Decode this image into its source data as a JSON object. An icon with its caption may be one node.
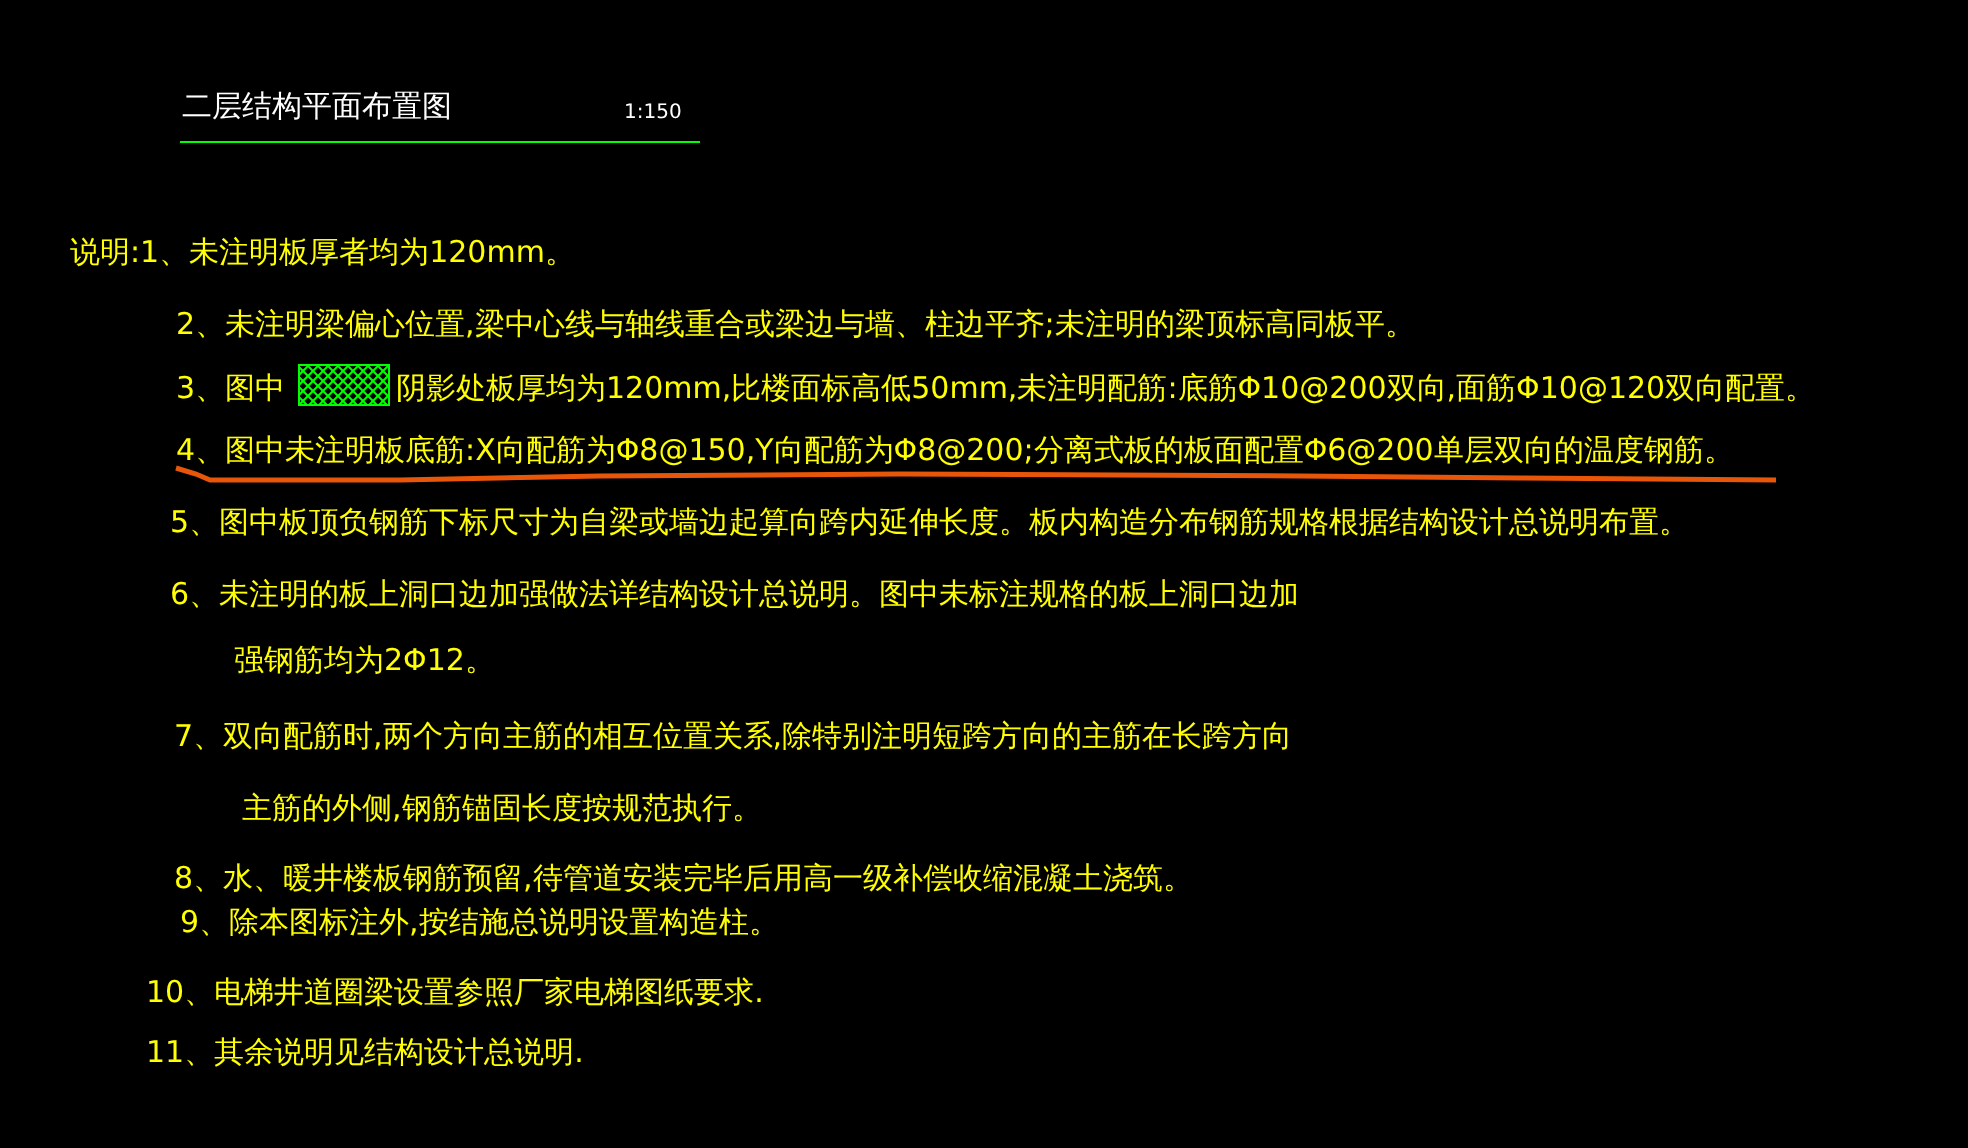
{
  "diagram": {
    "title": "二层结构平面布置图",
    "labels": [
      "1:150",
      "说明:1、未注明板厚者均为120mm。",
      "2、未注明梁偏心位置,梁中心线与轴线重合或梁边与墙、柱边平齐;未注明的梁顶标高同板平。",
      "3、图中",
      "阴影处板厚均为120mm,比楼面标高低50mm,未注明配筋:底筋Φ10@200双向,面筋Φ10@120双向配置。",
      "4、图中未注明板底筋:X向配筋为Φ8@150,Y向配筋为Φ8@200;分离式板的板面配置Φ6@200单层双向的温度钢筋。",
      "5、图中板顶负钢筋下标尺寸为自梁或墙边起算向跨内延伸长度。板内构造分布钢筋规格根据结构设计总说明布置。",
      "6、未注明的板上洞口边加强做法详结构设计总说明。图中未标注规格的板上洞口边加",
      "强钢筋均为2Φ12。",
      "7、双向配筋时,两个方向主筋的相互位置关系,除特别注明短跨方向的主筋在长跨方向",
      "主筋的外侧,钢筋锚固长度按规范执行。",
      "8、水、暖井楼板钢筋预留,待管道安装完毕后用高一级补偿收缩混凝土浇筑。",
      "9、除本图标注外,按结施总说明设置构造柱。",
      "10、电梯井道圈梁设置参照厂家电梯图纸要求.",
      "11、其余说明见结构设计总说明."
    ]
  }
}
